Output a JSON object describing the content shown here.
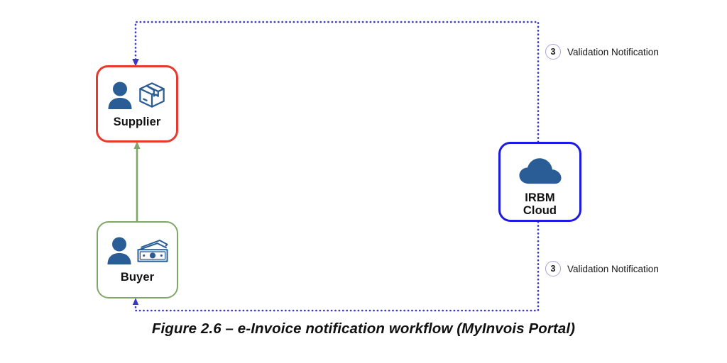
{
  "figure": {
    "caption": "Figure 2.6 – e-Invoice notification workflow (MyInvois Portal)",
    "background_color": "#ffffff"
  },
  "nodes": [
    {
      "id": "supplier",
      "label": "Supplier",
      "border_color": "#e8392f",
      "icons": [
        "person-icon",
        "package-box-icon"
      ],
      "icon_color": "#2a5d95"
    },
    {
      "id": "buyer",
      "label": "Buyer",
      "border_color": "#7fa867",
      "icons": [
        "person-icon",
        "banknote-cash-icon"
      ],
      "icon_color": "#2a5d95"
    },
    {
      "id": "irbm",
      "label_line1": "IRBM",
      "label_line2": "Cloud",
      "border_color": "#1a1ae0",
      "icons": [
        "cloud-icon"
      ],
      "icon_color": "#2a5d95"
    }
  ],
  "annotations": [
    {
      "id": "validation-notification-supplier",
      "step": "3",
      "text": "Validation Notification",
      "badge_border_color": "#a9a4d4"
    },
    {
      "id": "validation-notification-buyer",
      "step": "3",
      "text": "Validation Notification",
      "badge_border_color": "#a9a4d4"
    }
  ],
  "edges": [
    {
      "id": "buyer-to-supplier",
      "style": "solid",
      "color": "#7fa867",
      "from": "buyer",
      "to": "supplier",
      "arrow": "up"
    },
    {
      "id": "irbm-to-supplier",
      "style": "dotted",
      "color": "#3a3ac0",
      "from": "irbm",
      "to": "supplier",
      "arrow": "down"
    },
    {
      "id": "irbm-to-buyer",
      "style": "dotted",
      "color": "#3a3ac0",
      "from": "irbm",
      "to": "buyer",
      "arrow": "up"
    }
  ]
}
